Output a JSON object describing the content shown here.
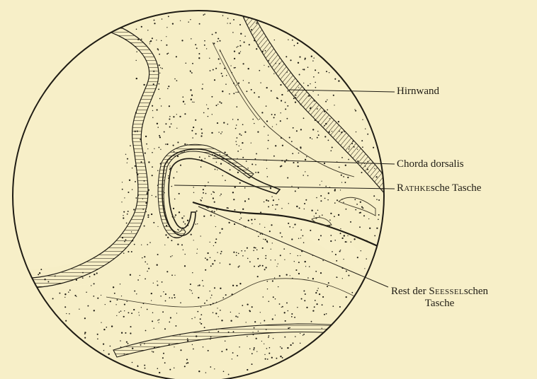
{
  "diagram": {
    "background_color": "#f7efc8",
    "ink_color": "#1f1c14",
    "labels": {
      "hirnwand": "Hirnwand",
      "chorda_dorsalis": "Chorda dorsalis",
      "rathke_prefix": "Rathke",
      "rathke_suffix": "sche Tasche",
      "rest_line1_prefix": "Rest der ",
      "rest_line1_name": "Seessel",
      "rest_line1_suffix": "schen",
      "rest_line2": "Tasche"
    }
  }
}
